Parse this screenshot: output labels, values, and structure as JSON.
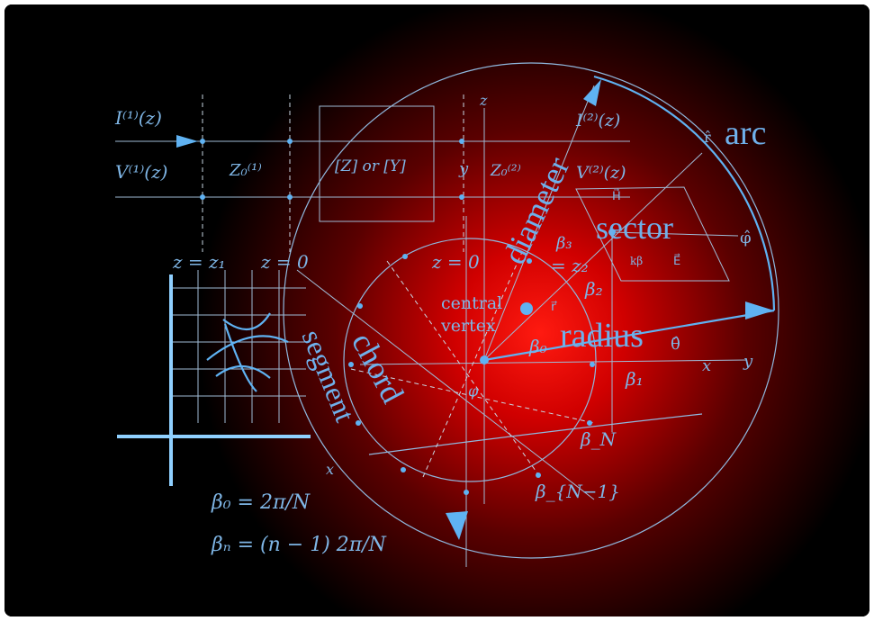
{
  "colors": {
    "background": "#000000",
    "glow": "#e00000",
    "accent": "#5fb2f2",
    "line": "#8fb8de"
  },
  "labels": {
    "i1": "I⁽¹⁾(z)",
    "v1": "V⁽¹⁾(z)",
    "z01": "Z₀⁽¹⁾",
    "zy": "[Z] or [Y]",
    "z02": "Z₀⁽²⁾",
    "i2": "I⁽²⁾(z)",
    "v2": "V⁽²⁾(z)",
    "zz1": "z = z₁",
    "zz0": "z = 0",
    "zz0b": "z = 0",
    "zz2": "= z₂",
    "z_axis": "z",
    "y_axis_top": "y",
    "y_axis": "y",
    "x_axis": "x",
    "x_axis2": "x",
    "arc": "arc",
    "r_hat": "r̂",
    "sector": "sector",
    "phi_hat": "φ̂",
    "diameter": "diameter",
    "radius": "radius",
    "theta_hat": "θ̂",
    "central": "central",
    "vertex": "vertex",
    "chord": "chord",
    "segment": "segment",
    "phi": "φ",
    "b0": "β₀",
    "b1": "β₁",
    "b2": "β₂",
    "b3": "β₃",
    "bN": "β_N",
    "bN1": "β_{N−1}",
    "rvec": "r⃗",
    "H": "H⃗",
    "E": "E⃗",
    "kb": "kβ",
    "eq1": "β₀ = 2π/N",
    "eq2": "βₙ = (n − 1) 2π/N"
  }
}
